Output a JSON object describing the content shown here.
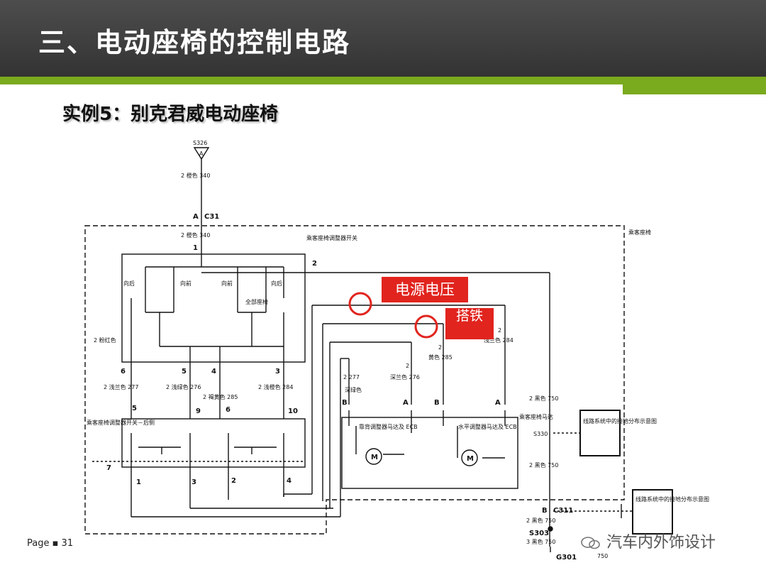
{
  "header": {
    "title": "三、电动座椅的控制电路"
  },
  "subtitle": "实例5：别克君威电动座椅",
  "footer": {
    "page": "Page ▪ 31"
  },
  "watermark": {
    "text": "汽车内外饰设计",
    "icon": "wechat-icon"
  },
  "annotations": {
    "power": "电源电压",
    "ground": "搭铁"
  },
  "colors": {
    "header_bg": "#333333",
    "accent_green": "#7aaa1e",
    "annotation_red": "#e1241e"
  },
  "diagram": {
    "top": {
      "splice": "S326",
      "splice_letter": "A",
      "wire1": "2  橙色  340",
      "conn": "C31",
      "conn_pin": "A",
      "wire2": "2  橙色  340",
      "pin1": "1"
    },
    "zone_label": "乘客座椅",
    "switch_label": "乘客座椅调整器开关",
    "pin2": "2",
    "switch_labels": {
      "rear1": "向后",
      "front1": "向前",
      "front2": "向前",
      "rear2": "向后",
      "all": "全部座椅"
    },
    "wire_pink": "2  粉红色",
    "switch_pins": [
      "6",
      "5",
      "4",
      "3"
    ],
    "wires": {
      "w277": "2  浅兰色  277",
      "w276": "2  浅绿色  276",
      "w285": "2  褐黄色  285",
      "w284": "2  浅橙色  284"
    },
    "lower_pins": [
      "5",
      "9",
      "6",
      "10"
    ],
    "lower_switch_label": "乘客座椅调整器开关－后侧",
    "pin7": "7",
    "bottom_pins": [
      "1",
      "3",
      "2",
      "4"
    ],
    "motor_wires": {
      "a": "2  277",
      "a_color": "深绿色",
      "b": "2",
      "b_color": "深兰色  276",
      "c": "2",
      "c_color": "黄色  285",
      "d": "2",
      "d_color": "浅兰色  284"
    },
    "motor1_label": "靠背调整器马达及 ECB",
    "motor2_label": "水平调整器马达及 ECB",
    "motor_symbol": "M",
    "pinB": "B",
    "pinA": "A",
    "ground_wire1": "2  黑色  750",
    "motor_zone_label": "乘客座椅马达",
    "s330": "S330",
    "ground_wire2": "2  黑色  750",
    "ref_box1": "线路系统中的接地分布示意图",
    "c311": "C311",
    "c311_pin": "B",
    "ground_wire3": "2  黑色  750",
    "s303": "S303",
    "ground_wire4": "3  黑色  750",
    "g301": "G301",
    "w750": "750",
    "ref_box2": "线路系统中的接地分布示意图"
  }
}
